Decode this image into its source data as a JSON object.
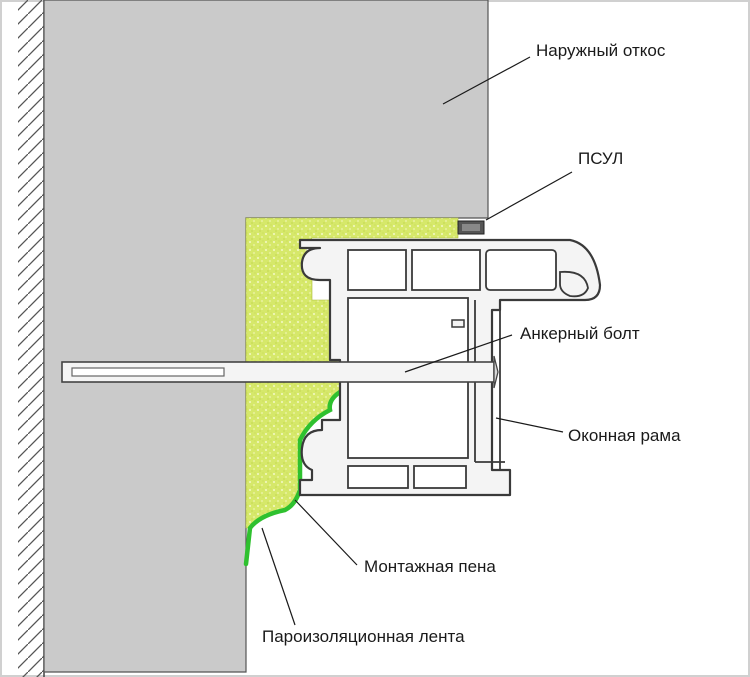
{
  "labels": {
    "outer_slope": "Наружный откос",
    "psul": "ПСУЛ",
    "anchor_bolt": "Анкерный болт",
    "window_frame": "Оконная рама",
    "mounting_foam": "Монтажная пена",
    "vapor_tape": "Пароизоляционная лента"
  },
  "colors": {
    "wall": "#cacaca",
    "foam": "#d6e86a",
    "foam_speckle": "#f4f8c8",
    "tape": "#2fc12f",
    "frame_fill": "#f4f4f4",
    "frame_stroke": "#3a3a3a",
    "hatch": "#555555"
  }
}
